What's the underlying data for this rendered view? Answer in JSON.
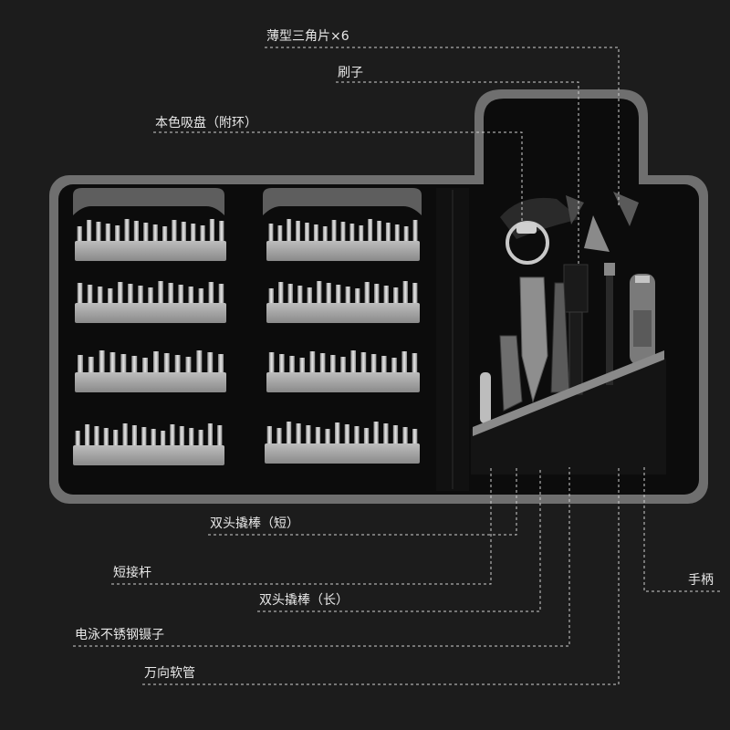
{
  "labels": {
    "triangle": "薄型三角片×6",
    "brush": "刷子",
    "suction_cup": "本色吸盘（附环）",
    "pry_short": "双头撬棒（短）",
    "extension": "短接杆",
    "pry_long": "双头撬棒（长）",
    "tweezers": "电泳不锈钢镊子",
    "flex_shaft": "万向软管",
    "handle": "手柄"
  },
  "colors": {
    "background": "#1c1c1c",
    "case": "#0e0e0e",
    "trim": "#7b7b7b",
    "bit_metal": "#c9c9c9",
    "holder": "#a9a9a9",
    "line": "#cfcfcf"
  }
}
